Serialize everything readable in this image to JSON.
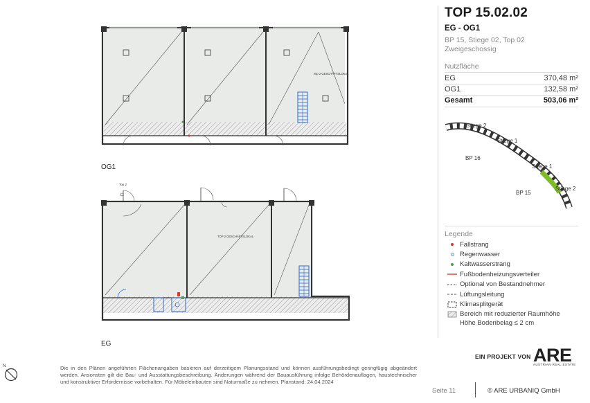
{
  "unit": {
    "title": "TOP 15.02.02",
    "floors": "EG - OG1",
    "desc1": "BP 15, Stiege 02, Top 02",
    "desc2": "Zweigeschossig"
  },
  "areas": {
    "heading": "Nutzfläche",
    "rows": [
      {
        "label": "EG",
        "value": "370,48 m²"
      },
      {
        "label": "OG1",
        "value": "132,58 m²"
      },
      {
        "label": "Gesamt",
        "value": "503,06 m²"
      }
    ]
  },
  "keymap": {
    "labels": [
      "Stiege 2",
      "Stiege 1",
      "BP 16",
      "Stiege 1",
      "BP 15",
      "Stiege 2"
    ]
  },
  "legend": {
    "heading": "Legende",
    "items": [
      {
        "label": "Fallstrang",
        "symbol": "red-dot-icon",
        "color": "#d63a2a"
      },
      {
        "label": "Regenwasser",
        "symbol": "blue-ring-icon",
        "color": "#3aa0d8"
      },
      {
        "label": "Kaltwasserstrang",
        "symbol": "green-dot-icon",
        "color": "#4aa14a"
      },
      {
        "label": "Fußbodenheizungsverteiler",
        "symbol": "red-line-icon",
        "color": "#d63a2a"
      },
      {
        "label": "Optional von Bestandnehmer",
        "symbol": "dashed-line-icon",
        "color": "#555555"
      },
      {
        "label": "Lüftungsleitung",
        "symbol": "dashed-line-icon",
        "color": "#555555"
      },
      {
        "label": "Klimasplitgerät",
        "symbol": "dashed-box-icon",
        "color": "#555555"
      },
      {
        "label": "Bereich mit reduzierter Raumhöhe",
        "symbol": "hatch-icon",
        "color": "#555555"
      }
    ],
    "note": "Höhe Bodenbelag ≤ 2 cm"
  },
  "plans": {
    "og1_label": "OG1",
    "eg_label": "EG",
    "og1_room_label": "Top 2 GESCHÄFTSLOKAL",
    "eg_room_label": "TOP 2 GESCHÄFTSLOKAL",
    "eg_marker": "Top 2"
  },
  "branding": {
    "tagline": "EIN PROJEKT VON",
    "logo_letters": "ARE",
    "logo_sub": "AUSTRIAN REAL ESTATE",
    "accent": "#7fba2a"
  },
  "compass": {
    "north": "N"
  },
  "disclaimer": "Die in den Plänen angeführten Flächenangaben basieren auf derzeitigem Planungsstand und können ausführungsbedingt geringfügig abgeändert werden. Ansonsten gilt die Bau- und Ausstattungsbeschreibung. Änderungen während der Bauausführung infolge Behördenauflagen, haustechnischer und konstruktiver Erfordernisse vorbehalten. Für Möbeleinbauten sind Naturmaße zu nehmen. Planstand: 24.04.2024",
  "footer": {
    "page": "Seite   11",
    "copyright": "© ARE URBANIQ GmbH"
  }
}
